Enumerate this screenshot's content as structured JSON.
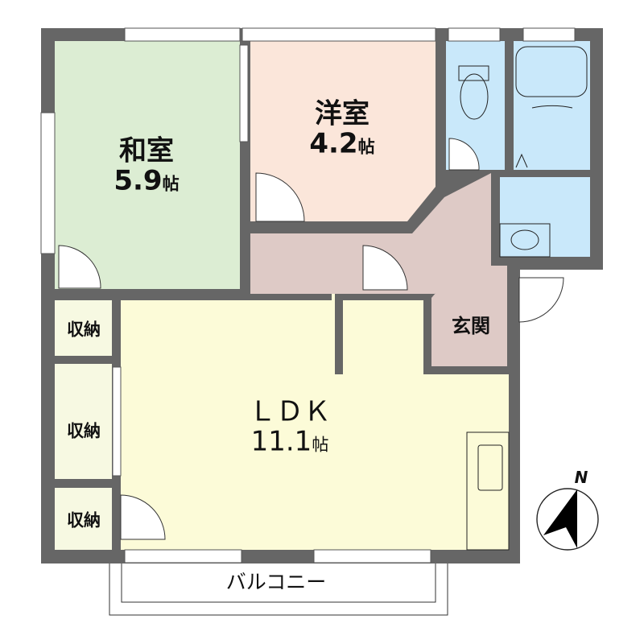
{
  "colors": {
    "wall": "#666666",
    "washitsu": "#dcedd3",
    "youshitsu": "#fbe6da",
    "ldk": "#fcfbd8",
    "corridor": "#decac6",
    "genkan": "#decac6",
    "wet_area": "#c9e8fa",
    "storage": "#f7f9e2",
    "background": "#ffffff"
  },
  "rooms": {
    "washitsu": {
      "name": "和室",
      "size": "5.9",
      "unit": "帖"
    },
    "youshitsu": {
      "name": "洋室",
      "size": "4.2",
      "unit": "帖"
    },
    "ldk": {
      "name": "ＬＤＫ",
      "size": "11.1",
      "unit": "帖"
    },
    "genkan": {
      "name": "玄関"
    },
    "storage": [
      {
        "name": "収納"
      },
      {
        "name": "収納"
      },
      {
        "name": "収納"
      }
    ],
    "balcony": {
      "name": "バルコニー"
    }
  },
  "compass": {
    "label": "N"
  }
}
